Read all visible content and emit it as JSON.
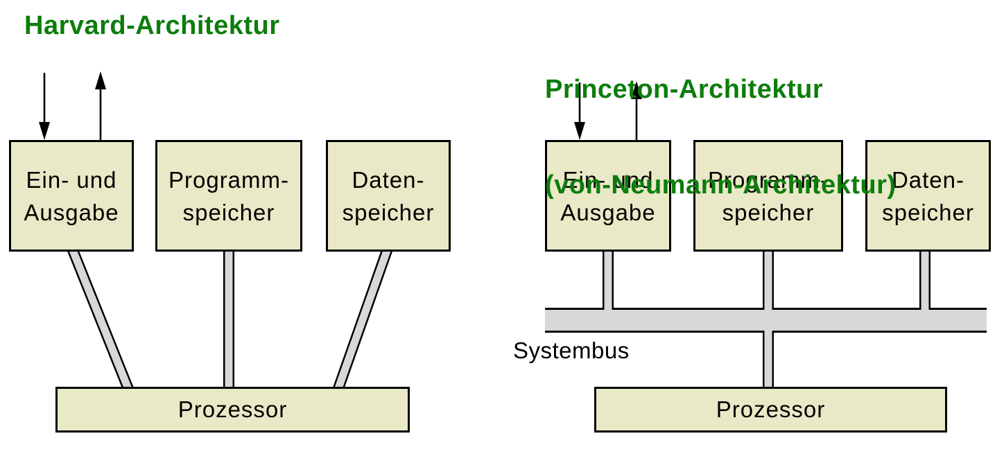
{
  "colors": {
    "title_green": "#0c7d0c",
    "box_fill": "#e9e9c7",
    "connector_gray": "#d8d8d8",
    "outline_black": "#000000",
    "background": "#ffffff",
    "text": "#000000"
  },
  "icons": {
    "input_arrow": "↓",
    "output_arrow": "↑"
  },
  "harvard": {
    "title": "Harvard-Architektur",
    "boxes": {
      "io": "Ein- und\nAusgabe",
      "program": "Programm-\nspeicher",
      "data": "Daten-\nspeicher"
    },
    "processor": "Prozessor"
  },
  "princeton": {
    "title_line1": "Princeton-Architektur",
    "title_line2": "(von-Neumann-Architektur)",
    "boxes": {
      "io": "Ein- und\nAusgabe",
      "program": "Programm-\nspeicher",
      "data": "Daten-\nspeicher"
    },
    "bus_label": "Systembus",
    "processor": "Prozessor"
  }
}
